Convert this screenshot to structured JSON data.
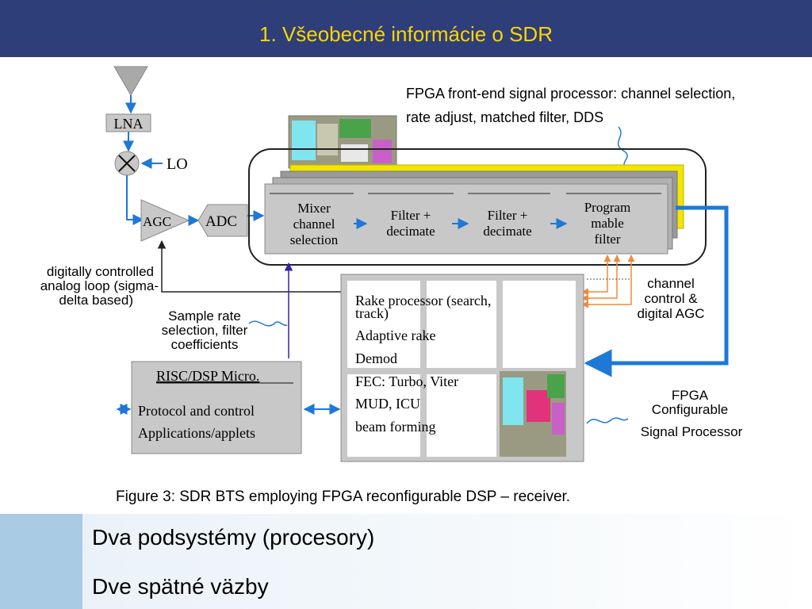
{
  "slide": {
    "title": "1. Všeobecné informácie o SDR",
    "bullets": [
      "Dva podsystémy (procesory)",
      "Dve spätné väzby"
    ]
  },
  "diagram": {
    "antenna_block": "LNA",
    "local_oscillator": "LO",
    "agc": "AGC",
    "adc": "ADC",
    "fpga_note": [
      "FPGA front-end signal processor: channel selection,",
      "rate adjust, matched filter, DDS"
    ],
    "stages": [
      [
        "Mixer",
        "channel",
        "selection"
      ],
      [
        "Filter +",
        "decimate"
      ],
      [
        "Filter +",
        "decimate"
      ],
      [
        "Program",
        "mable",
        "filter"
      ]
    ],
    "analog_loop_note": [
      "digitally controlled",
      "analog loop (sigma-",
      "delta based)"
    ],
    "sample_rate_note": [
      "Sample rate",
      "selection, filter",
      "coefficients"
    ],
    "channel_control_note": [
      "channel",
      "control &",
      "digital AGC"
    ],
    "dsp_block": [
      "Rake processor (search,",
      "track)",
      "Adaptive rake",
      "Demod",
      "FEC: Turbo, Viter",
      "MUD, ICU",
      "beam forming"
    ],
    "risc_block": {
      "title": "RISC/DSP Micro.",
      "lines": [
        "Protocol and control",
        "Applications/applets"
      ]
    },
    "configurable_note": [
      "FPGA",
      "Configurable",
      "Signal Processor"
    ],
    "caption": "Figure 3: SDR BTS employing FPGA reconfigurable DSP – receiver."
  },
  "colors": {
    "title_bar": "#2e3e78",
    "title_text": "#ffd400",
    "arrow_blue": "#1e78d8",
    "arrow_orange": "#f08a3c",
    "block_gray": "#c8c8c8"
  }
}
